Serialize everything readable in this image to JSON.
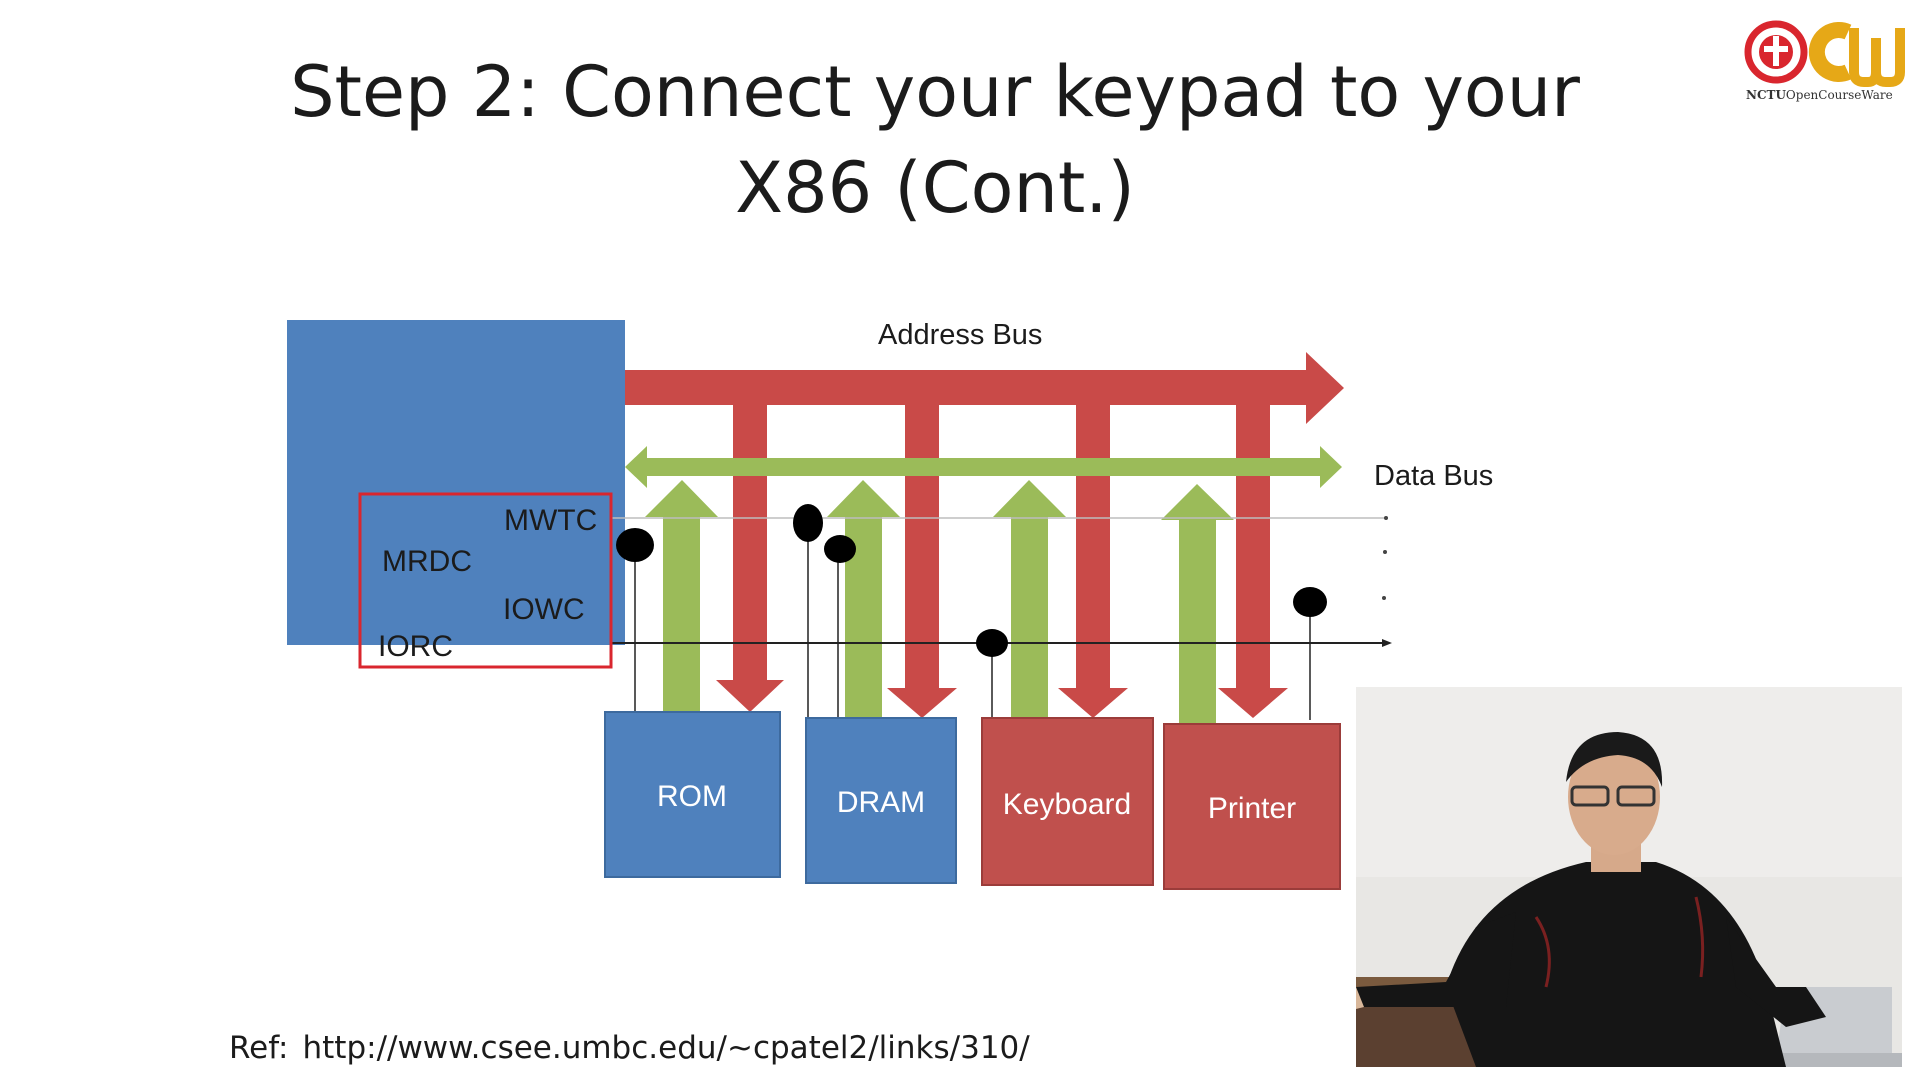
{
  "slide": {
    "title_line1": "Step 2: Connect your keypad to your",
    "title_line2": "X86 (Cont.)",
    "ref_label": "Ref:",
    "ref_url": "http://www.csee.umbc.edu/~cpatel2/links/310/"
  },
  "logo": {
    "brand": "NCTU",
    "subtitle": "OpenCourseWare",
    "colors": {
      "red": "#d9262e",
      "gold": "#e6a817"
    }
  },
  "diagram": {
    "address_bus_label": "Address Bus",
    "data_bus_label": "Data Bus",
    "signals": {
      "mwtc": "MWTC",
      "mrdc": "MRDC",
      "iowc": "IOWC",
      "iorc": "IORC"
    },
    "devices": {
      "rom": "ROM",
      "dram": "DRAM",
      "keyboard": "Keyboard",
      "printer": "Printer"
    },
    "colors": {
      "cpu_blue": "#4f81bd",
      "device_red": "#c0504d",
      "bus_red": "#c94a48",
      "bus_green": "#9bbb59",
      "highlight_box": "#d9262e"
    }
  }
}
